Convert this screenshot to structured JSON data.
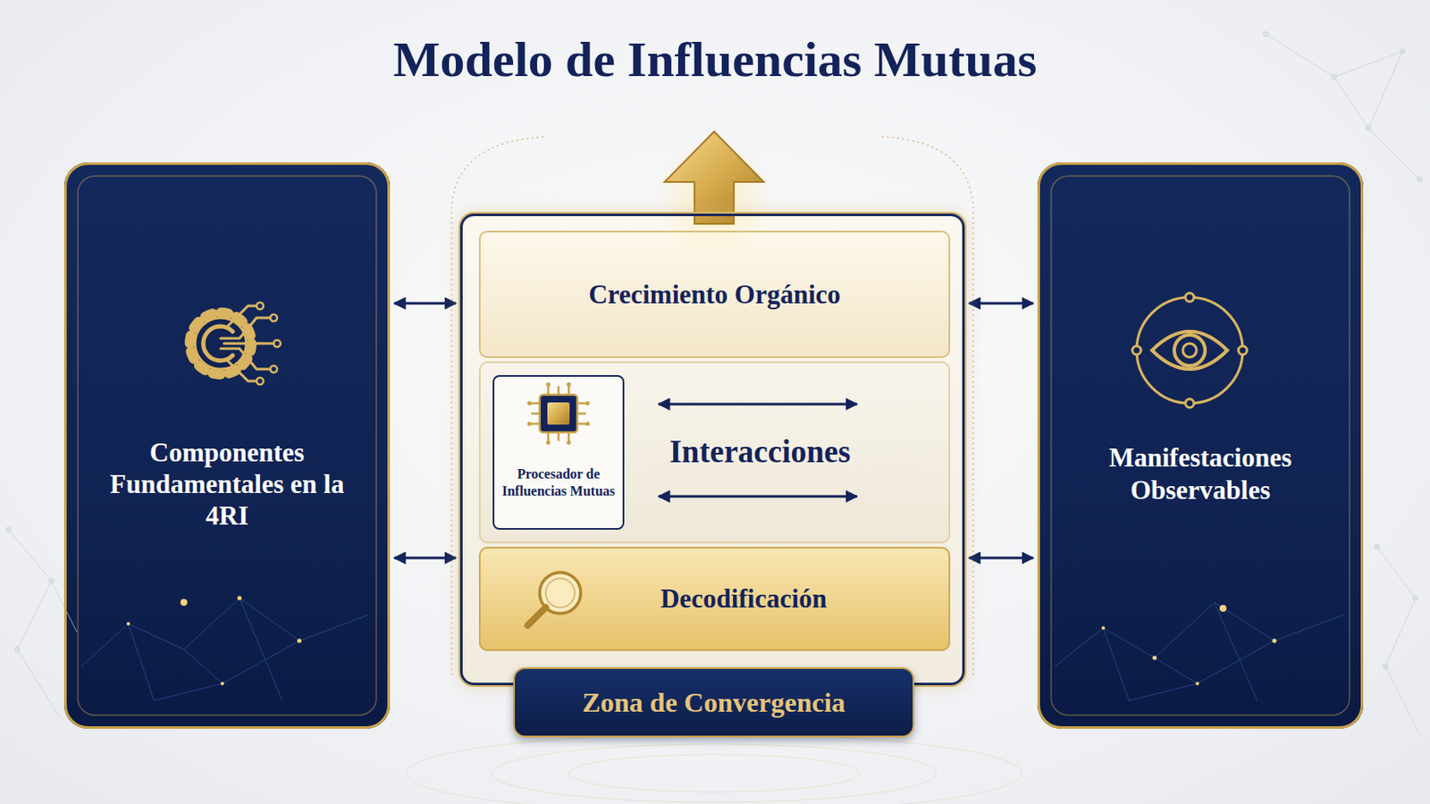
{
  "diagram": {
    "title": "Modelo de Influencias Mutuas",
    "nodes": [
      {
        "text": [
          "Componentes Fundamentales en la 4RI"
        ]
      },
      {
        "text": [
          "Zona de Convergencia"
        ]
      },
      {
        "text": [
          "Crecimiento Orgánico"
        ],
        "in": 1
      },
      {
        "text": [
          "Interacciones"
        ],
        "in": 1
      },
      {
        "text": [
          "Procesador de Influencias Mutuas"
        ],
        "in": 3
      },
      {
        "text": [
          "Decodificación"
        ],
        "in": 1
      },
      {
        "text": [
          "Manifestaciones Observables"
        ]
      }
    ],
    "edges": [
      {
        "from": 0,
        "to": 1,
        "arrow": "both"
      },
      {
        "from": 0,
        "to": 1,
        "arrow": "both"
      },
      {
        "from": 1,
        "to": 6,
        "arrow": "both"
      },
      {
        "from": 1,
        "to": 6,
        "arrow": "both"
      }
    ]
  }
}
